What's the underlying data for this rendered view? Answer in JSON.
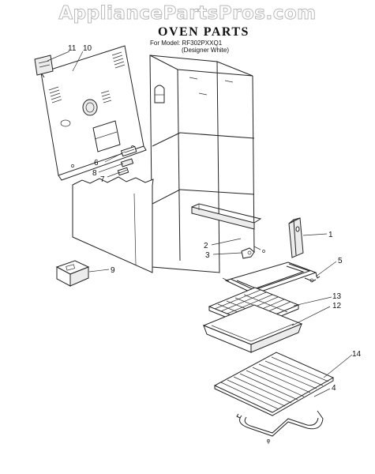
{
  "watermark": "AppliancePartsPros.com",
  "header": {
    "title": "OVEN PARTS",
    "model_line": "For Model: RF302PXXQ1",
    "sub_line": "(Designer White)"
  },
  "callouts": [
    "11",
    "10",
    "6",
    "8",
    "7",
    "9",
    "2",
    "3",
    "1",
    "5",
    "13",
    "12",
    "14",
    "4"
  ]
}
